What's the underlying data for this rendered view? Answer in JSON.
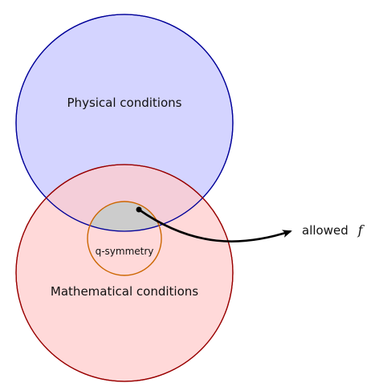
{
  "diagram": {
    "sets": {
      "physical": {
        "label": "Physical conditions",
        "fill": "#ccccff",
        "stroke": "#000099"
      },
      "mathematical": {
        "label": "Mathematical conditions",
        "fill": "#ffcccc",
        "stroke": "#990000"
      },
      "q_symmetry": {
        "label": "q-symmetry",
        "stroke": "#cc6600",
        "overlap_fill": "#cccccc"
      }
    },
    "arrow": {
      "label_text": "allowed",
      "label_symbol": "f",
      "color": "#000000"
    }
  }
}
